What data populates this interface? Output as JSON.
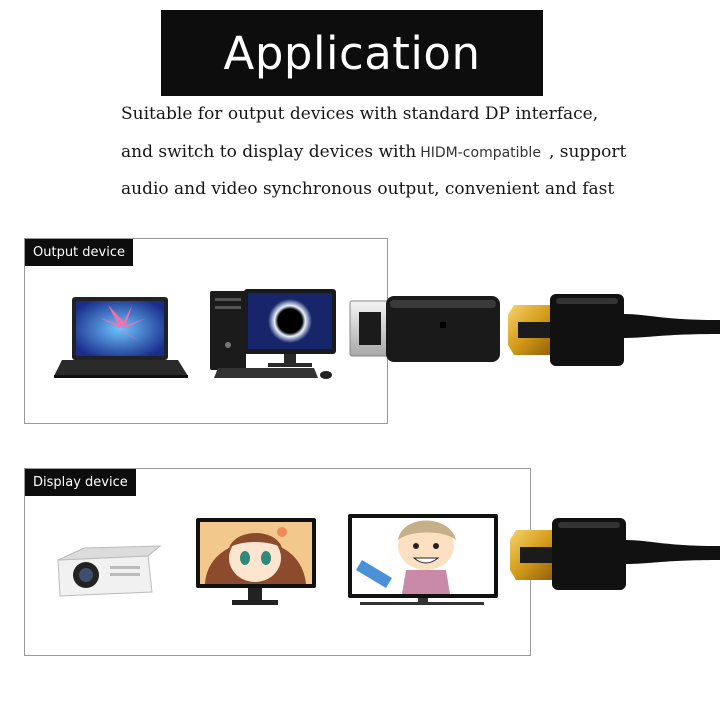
{
  "title": "Application",
  "description": {
    "line1": "Suitable for output devices with standard DP interface,",
    "line2_before": "and switch to display devices with",
    "line2_compat": "HIDM-compatible",
    "line2_after": ", support",
    "line3": "audio and video synchronous output, convenient and fast"
  },
  "panels": {
    "output": {
      "label": "Output device"
    },
    "display": {
      "label": "Display device"
    }
  },
  "colors": {
    "title_bg": "#0d0d0d",
    "connector_gold": "#d9a520",
    "cable_black": "#111111"
  },
  "icons": [
    "laptop-icon",
    "desktop-computer-icon",
    "projector-icon",
    "anime-monitor-icon",
    "cartoon-tv-icon",
    "displayport-plug-icon",
    "hdmi-plug-icon"
  ]
}
